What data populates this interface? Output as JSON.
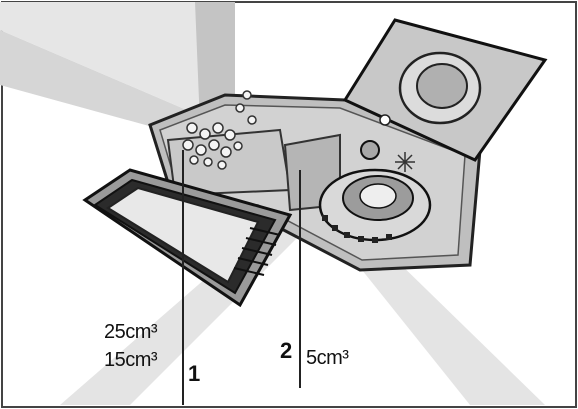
{
  "labels": {
    "compartment_1_number": "1",
    "compartment_1_vol_large": "25cm³",
    "compartment_1_vol_small": "15cm³",
    "compartment_2_number": "2",
    "compartment_2_vol": "5cm³"
  }
}
